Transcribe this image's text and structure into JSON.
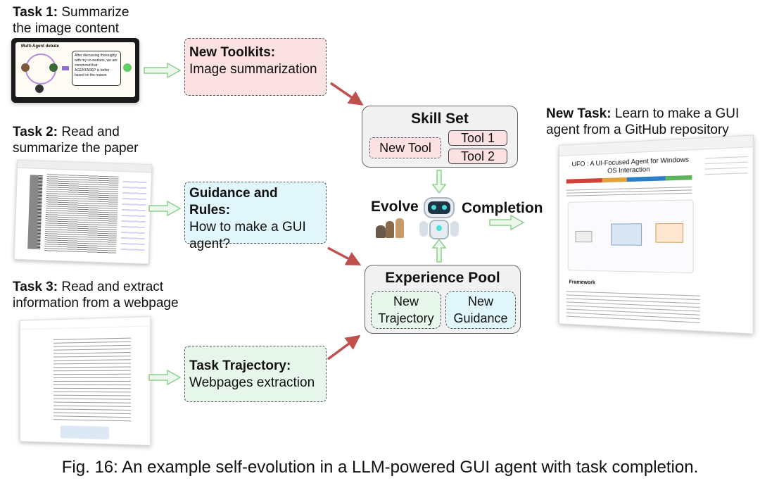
{
  "tasks": [
    {
      "prefix": "Task 1:",
      "text_line1": " Summarize",
      "text_line2": "the image content"
    },
    {
      "prefix": "Task 2:",
      "text_line1": " Read and",
      "text_line2": "summarize the paper"
    },
    {
      "prefix": "Task 3:",
      "text_line1": " Read and extract",
      "text_line2": "information from a webpage"
    }
  ],
  "boxes": [
    {
      "title": "New Toolkits:",
      "body": "Image summarization"
    },
    {
      "title": "Guidance and Rules:",
      "body_line1": "How to make a GUI",
      "body_line2": "agent?"
    },
    {
      "title": "Task Trajectory:",
      "body": "Webpages extraction"
    }
  ],
  "skill_set": {
    "title": "Skill Set",
    "new_tool": "New Tool",
    "tool1": "Tool 1",
    "tool2": "Tool 2"
  },
  "experience_pool": {
    "title": "Experience Pool",
    "left_line1": "New",
    "left_line2": "Trajectory",
    "right_line1": "New",
    "right_line2": "Guidance"
  },
  "evolve_label": "Evolve",
  "completion_label": "Completion",
  "new_task": {
    "prefix": "New Task:",
    "line1": " Learn to make a GUI",
    "line2": "agent from a GitHub repository"
  },
  "thumb1": {
    "heading": "Multi-Agent debate",
    "bubble": "After discussing thoroughly with my co-workers, we are convinced that AGENTAREP is better based on the reason"
  },
  "thumb_web": {
    "heading": "UFO : A UI-Focused Agent for Windows OS Interaction",
    "section": "Framework"
  },
  "caption": "Fig. 16: An example self-evolution in a LLM-powered GUI agent with task completion.",
  "colors": {
    "pink": "#fbe1e1",
    "blue": "#e0f6fb",
    "green": "#e6f6ea",
    "red_arrow": "#c0504d",
    "green_arrow": "#8fce8f"
  }
}
